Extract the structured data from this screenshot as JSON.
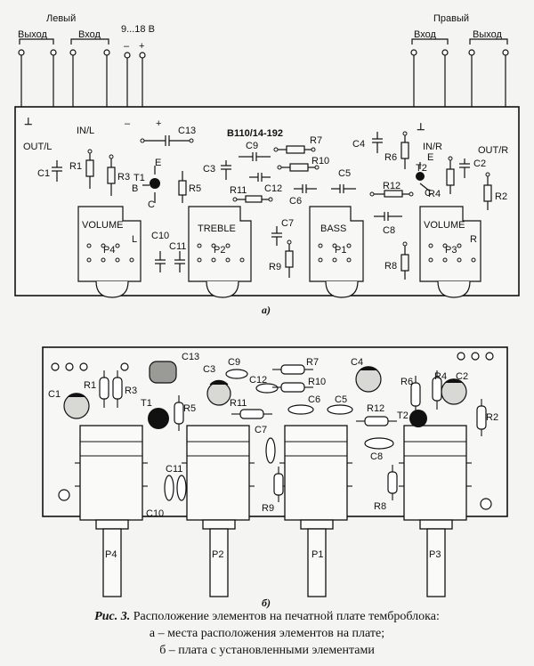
{
  "top": {
    "left_title": "Левый",
    "right_title": "Правый",
    "out_label": "Выход",
    "in_label": "Вход",
    "supply_label": "9...18 В",
    "minus": "–",
    "plus": "+",
    "board_code": "B110/14-192",
    "ground": "⊥",
    "out_l": "OUT/L",
    "in_l": "IN/L",
    "in_r": "IN/R",
    "out_r": "OUT/R",
    "pots": [
      {
        "name": "VOLUME",
        "ref": "P4",
        "side": "L"
      },
      {
        "name": "TREBLE",
        "ref": "P2"
      },
      {
        "name": "BASS",
        "ref": "P1"
      },
      {
        "name": "VOLUME",
        "ref": "P3",
        "side": "R"
      }
    ],
    "parts": [
      "C13",
      "C9",
      "R7",
      "C4",
      "R6",
      "C3",
      "R10",
      "C5",
      "T2",
      "E",
      "R11",
      "C12",
      "R12",
      "C2",
      "C1",
      "R1",
      "R3",
      "T1",
      "B",
      "C",
      "R5",
      "C6",
      "R4",
      "R2",
      "C8",
      "C7",
      "C10",
      "C11",
      "R9",
      "R8"
    ],
    "sub_label": "а)"
  },
  "bottom": {
    "parts": [
      "C13",
      "C3",
      "C9",
      "R7",
      "C12",
      "R10",
      "C4",
      "R6",
      "R4",
      "C2",
      "C1",
      "R1",
      "R3",
      "T1",
      "R5",
      "R11",
      "C6",
      "C5",
      "R12",
      "T2",
      "R2",
      "C7",
      "C8",
      "C11",
      "C10",
      "R9",
      "R8"
    ],
    "shafts": [
      "P4",
      "P2",
      "P1",
      "P3"
    ],
    "sub_label": "б)"
  },
  "caption": {
    "title": "Рис. 3.",
    "line1": " Расположение элементов на печатной плате темброблока:",
    "line2": "а – места расположения элементов на плате;",
    "line3": "б – плата с установленными элементами"
  }
}
